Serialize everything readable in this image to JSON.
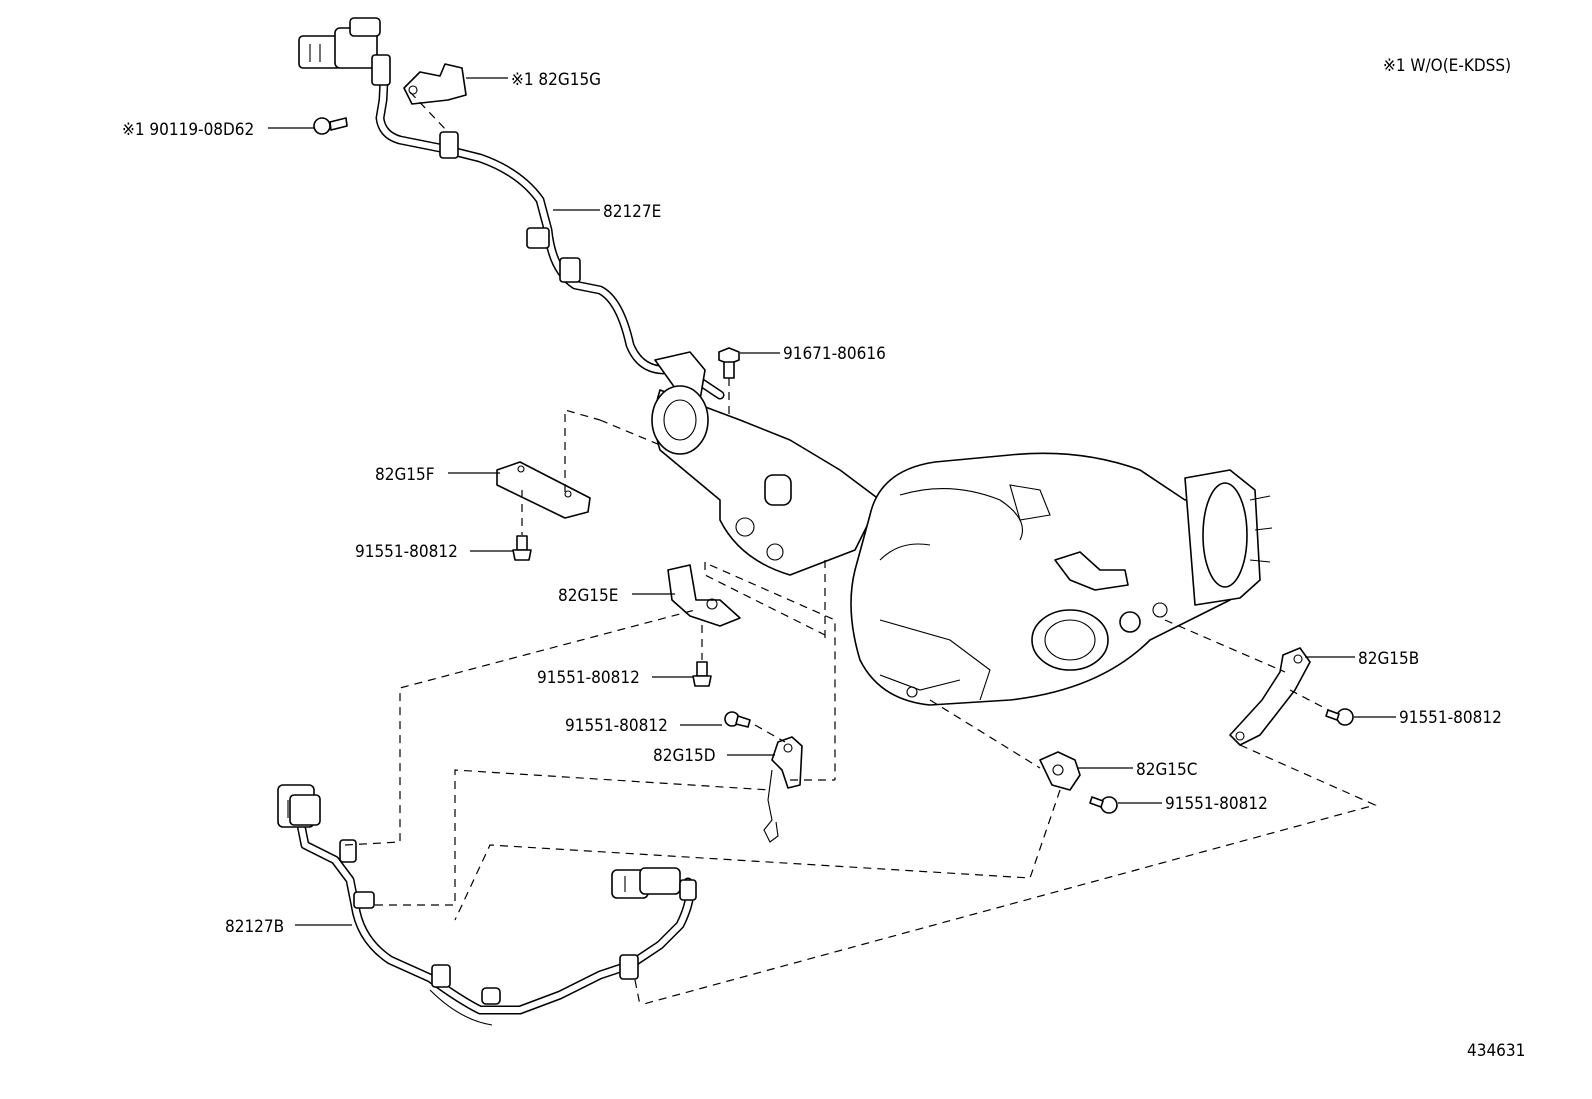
{
  "note": "※1 W/O(E-KDSS)",
  "figure_number": "434631",
  "labels": {
    "p82G15G": "※1 82G15G",
    "p90119": "※1 90119-08D62",
    "p82127E": "82127E",
    "p91671": "91671-80616",
    "p82G15F": "82G15F",
    "p91551_f": "91551-80812",
    "p82G15E": "82G15E",
    "p91551_e": "91551-80812",
    "p91551_d": "91551-80812",
    "p82G15D": "82G15D",
    "p82G15B": "82G15B",
    "p91551_b": "91551-80812",
    "p82G15C": "82G15C",
    "p91551_c": "91551-80812",
    "p82127B": "82127B"
  }
}
